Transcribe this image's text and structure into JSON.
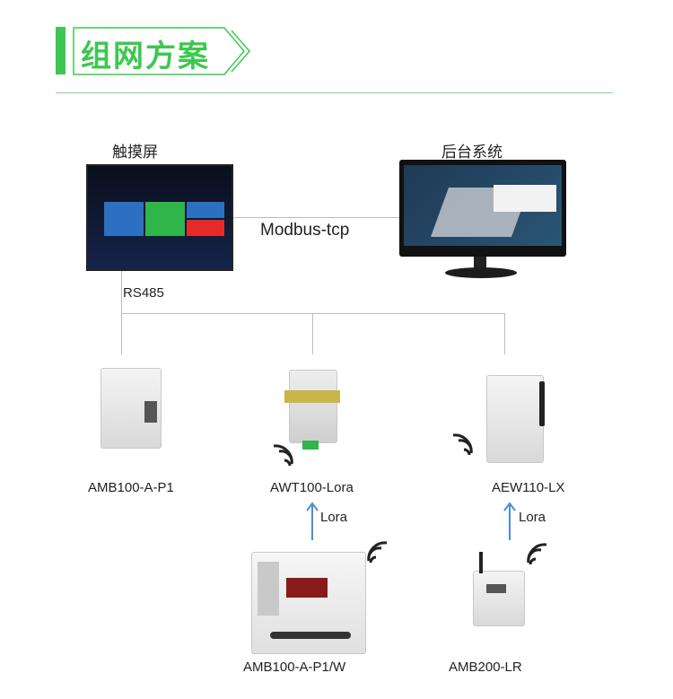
{
  "header": {
    "title": "组网方案"
  },
  "nodes": {
    "touchscreen": {
      "label": "触摸屏"
    },
    "backend": {
      "label": "后台系统"
    }
  },
  "links": {
    "modbus": "Modbus-tcp",
    "rs485": "RS485",
    "lora_left": "Lora",
    "lora_right": "Lora"
  },
  "devices": [
    {
      "label": "AMB100-A-P1"
    },
    {
      "label": "AWT100-Lora"
    },
    {
      "label": "AEW110-LX"
    },
    {
      "label": "AMB100-A-P1/W"
    },
    {
      "label": "AMB200-LR"
    }
  ],
  "colors": {
    "accent": "#3cc850",
    "line": "#bbbbbb",
    "arrow": "#4a8fd6"
  }
}
